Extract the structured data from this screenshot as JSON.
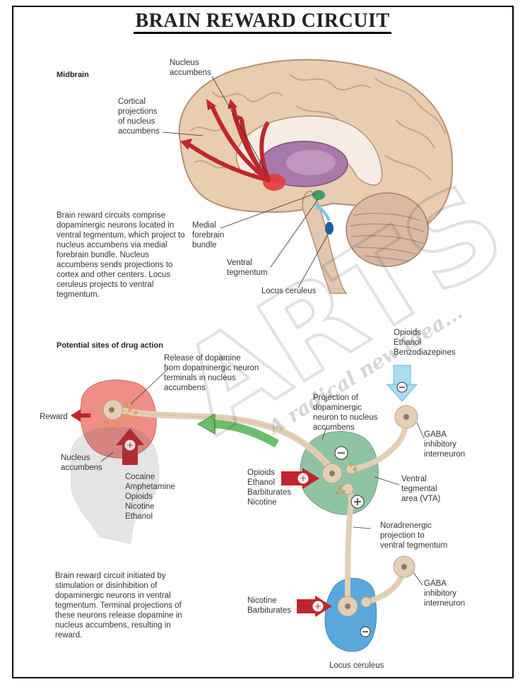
{
  "title": "BRAIN REWARD CIRCUIT",
  "top": {
    "section_header": "Midbrain",
    "labels": {
      "nucleus_accumbens": "Nucleus\naccumbens",
      "cortical_projections": "Cortical\nprojections\nof nucleus\naccumbens",
      "medial_forebrain_bundle": "Medial\nforebrain\nbundle",
      "ventral_tegmentum": "Ventral\ntegmentum",
      "locus_ceruleus": "Locus ceruleus"
    },
    "description": "Brain reward circuits comprise dopaminergic neurons located in ventral tegmentum, which project to nucleus accumbens via medial forebrain bundle. Nucleus accumbens sends projections to cortex and other centers. Locus ceruleus projects to ventral tegmentum."
  },
  "bottom": {
    "section_header": "Potential sites of drug action",
    "labels": {
      "release_dopamine": "Release of dopamine\nfrom dopaminergic neuron\nterminals in nucleus\naccumbens",
      "reward": "Reward",
      "nucleus_accumbens": "Nucleus\naccumbens",
      "drugs_accumbens": "Cocaine\nAmphetamine\nOpioids\nNicotine\nEthanol",
      "drugs_top": "Opioids\nEthanol\nBenzodiazepines",
      "projection_dopaminergic": "Projection of\ndopaminergic\nneuron to nucleus\naccumbens",
      "gaba_1": "GABA\ninhibitory\ninterneuron",
      "drugs_vta": "Opioids\nEthanol\nBarbiturates\nNicotine",
      "vta": "Ventral\ntegmental\narea (VTA)",
      "noradrenergic": "Noradrenergic\nprojection to\nventral tegmentum",
      "drugs_lc": "Nicotine\nBarbiturates",
      "gaba_2": "GABA\ninhibitory\ninterneuron",
      "locus_ceruleus": "Locus ceruleus"
    },
    "description": "Brain reward circuit initiated by stimulation or disinhibition of dopaminergic neurons in ventral tegmentum. Terminal projections of these neurons release dopamine in nucleus accumbens, resulting in reward."
  },
  "watermark": {
    "logo_text": "ARTS",
    "tagline": "A radical new idea..."
  },
  "colors": {
    "excitatory_arrow": "#c0262b",
    "inhibitory_arrow": "#a9dcf2",
    "green_arrow": "#6cbf6a",
    "accumbens_fill": "#ef8e86",
    "vta_fill": "#8fc4a2",
    "lc_fill": "#5ba7dc",
    "neuron_fill": "#e2cfb6"
  }
}
